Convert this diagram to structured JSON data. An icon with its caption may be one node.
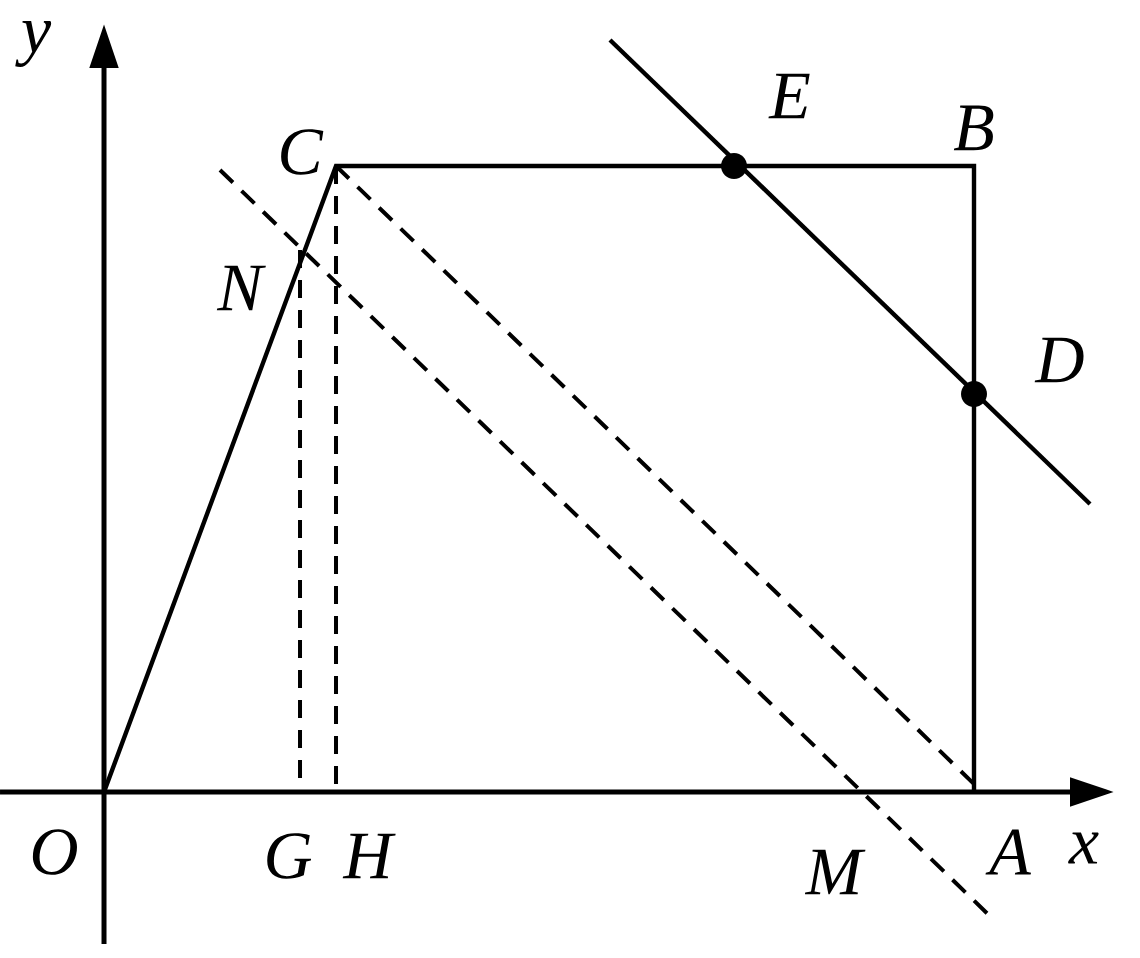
{
  "diagram": {
    "labels": [
      "y",
      "E",
      "B",
      "C",
      "N",
      "D",
      "O",
      "G",
      "H",
      "A",
      "x",
      "M"
    ]
  }
}
